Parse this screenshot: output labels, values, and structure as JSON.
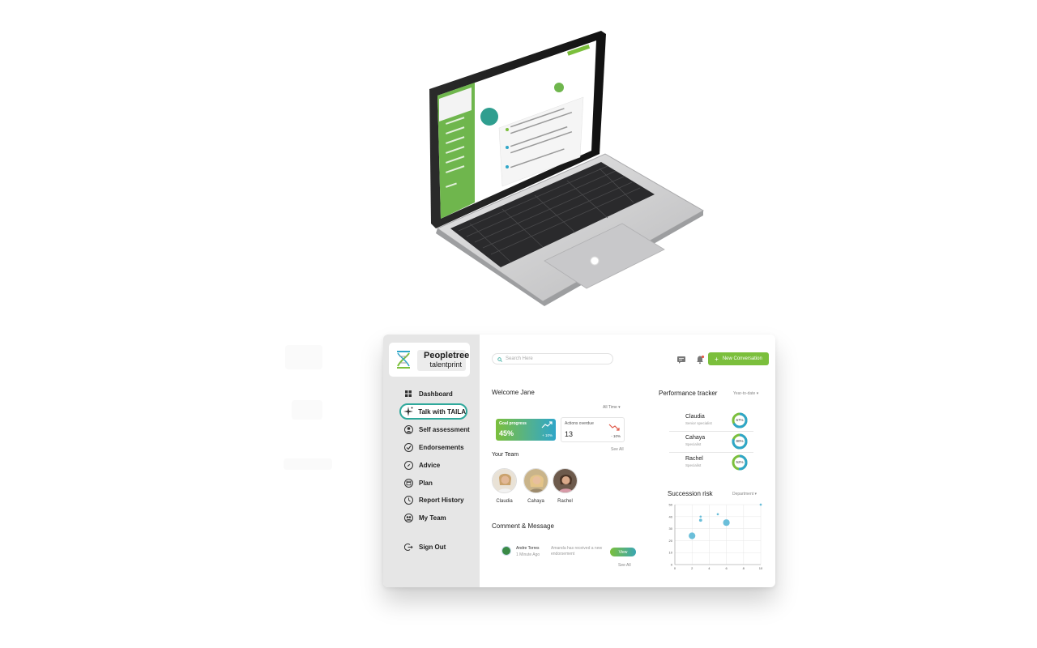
{
  "brand": {
    "name": "Peopletree",
    "tagline": "talentprint"
  },
  "sidebar": {
    "items": [
      {
        "label": "Dashboard",
        "icon": "grid-icon"
      },
      {
        "label": "Talk with TAILA",
        "icon": "sparkle-icon",
        "active": true
      },
      {
        "label": "Self assessment",
        "icon": "person-icon"
      },
      {
        "label": "Endorsements",
        "icon": "check-circle-icon"
      },
      {
        "label": "Advice",
        "icon": "compass-icon"
      },
      {
        "label": "Plan",
        "icon": "calendar-icon"
      },
      {
        "label": "Report History",
        "icon": "clock-icon"
      },
      {
        "label": "My Team",
        "icon": "team-icon"
      }
    ],
    "signout": {
      "label": "Sign Out",
      "icon": "sign-out-icon"
    }
  },
  "search": {
    "placeholder": "Search Here"
  },
  "header": {
    "new_conversation": "New Conversation"
  },
  "welcome": "Welcome Jane",
  "filters": {
    "time": "All Time",
    "performance": "Year-to-date",
    "succession": "Department"
  },
  "stats": {
    "goal": {
      "label": "Goal progress",
      "value": "45%",
      "delta": "+ 10%",
      "progress": 0.45
    },
    "overdue": {
      "label": "Actions overdue",
      "value": "13",
      "delta": "- 10%"
    }
  },
  "team": {
    "title": "Your Team",
    "see_all": "See All",
    "members": [
      "Claudia",
      "Cahaya",
      "Rachel"
    ]
  },
  "comments": {
    "title": "Comment & Message",
    "see_all": "See All",
    "items": [
      {
        "name": "Andre Torres",
        "time": "1 Minute Ago",
        "message": "Amanda has received a new endorsement",
        "action": "View"
      }
    ]
  },
  "performance": {
    "title": "Performance tracker",
    "rows": [
      {
        "name": "Claudia",
        "role": "Senior specialist",
        "value": "67%",
        "progress": 0.67
      },
      {
        "name": "Cahaya",
        "role": "Specialist",
        "value": "80%",
        "progress": 0.8
      },
      {
        "name": "Rachel",
        "role": "Specialist",
        "value": "52%",
        "progress": 0.52
      }
    ]
  },
  "succession": {
    "title": "Succession risk"
  },
  "chart_data": {
    "type": "scatter",
    "title": "Succession risk",
    "x_ticks": [
      "0",
      "2",
      "4",
      "6",
      "8",
      "10"
    ],
    "y_ticks": [
      "0",
      "10",
      "20",
      "30",
      "40",
      "50"
    ],
    "xlim": [
      0,
      10
    ],
    "ylim": [
      0,
      50
    ],
    "grid": true,
    "points": [
      {
        "x": 2,
        "y": 24,
        "size": 3
      },
      {
        "x": 3,
        "y": 37,
        "size": 1
      },
      {
        "x": 3,
        "y": 40,
        "size": 0.5
      },
      {
        "x": 5,
        "y": 42,
        "size": 0.5
      },
      {
        "x": 6,
        "y": 35,
        "size": 3
      },
      {
        "x": 10,
        "y": 50,
        "size": 0.5
      }
    ]
  },
  "colors": {
    "brand_green": "#7bbf3c",
    "teal": "#2fa6c8",
    "sidebar": "#e6e6e6"
  }
}
